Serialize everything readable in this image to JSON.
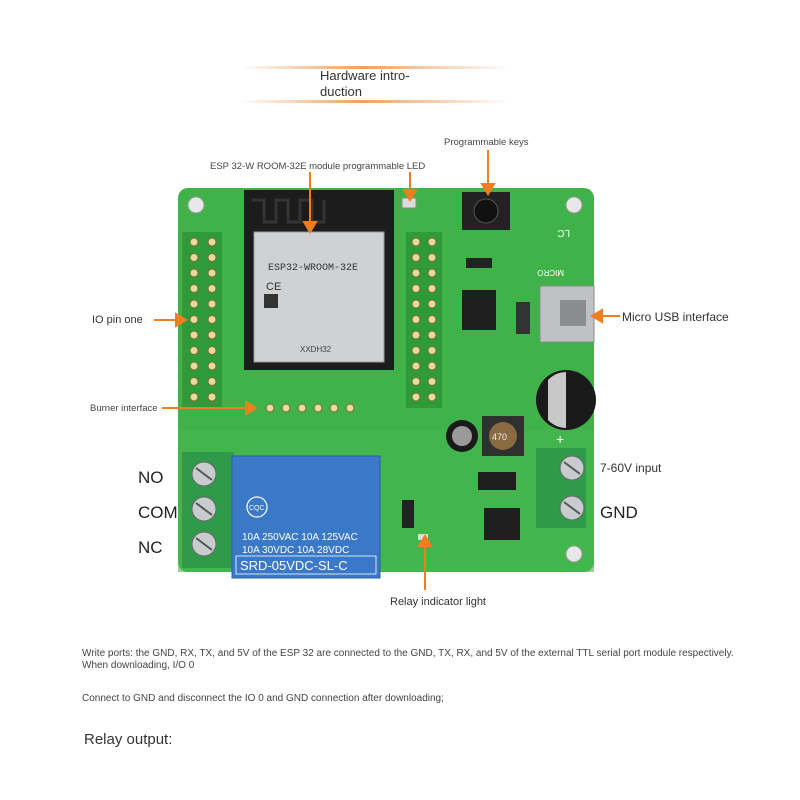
{
  "title": {
    "line1": "Hardware intro-",
    "line2": "duction"
  },
  "labels": {
    "module_led": "ESP 32-W ROOM-32E module programmable LED",
    "keys": "Programmable keys",
    "io_pin": "IO pin one",
    "usb": "Micro USB interface",
    "burner": "Burner interface",
    "input": "7-60V input",
    "gnd": "GND",
    "relay_light": "Relay indicator light"
  },
  "terminals": {
    "no": "NO",
    "com": "COM",
    "nc": "NC"
  },
  "chips": {
    "esp_model": "ESP32-WROOM-32E",
    "esp_small": "XXDH32",
    "relay_brand": "CQC",
    "relay_rating1": "10A 250VAC  10A 125VAC",
    "relay_rating2": "10A  30VDC  10A  28VDC",
    "relay_model": "SRD-05VDC-SL-C",
    "cap_value": "470",
    "silk_lc": "LC",
    "silk_micro": "MICRO",
    "silk_plus": "+"
  },
  "notes": {
    "write_ports": "Write ports: the GND, RX, TX, and 5V of the ESP 32 are connected to the GND, TX, RX, and 5V of the external TTL serial port module respectively. When downloading, I/O 0",
    "connect": "Connect to GND and disconnect the IO 0 and GND connection after downloading;",
    "relay_output": "Relay output:"
  },
  "colors": {
    "pcb": "#3fb34a",
    "pcb_dark": "#2e9a3a",
    "arrow": "#f07d1e",
    "relay": "#3a78c8",
    "terminal": "#2f9a4a"
  }
}
